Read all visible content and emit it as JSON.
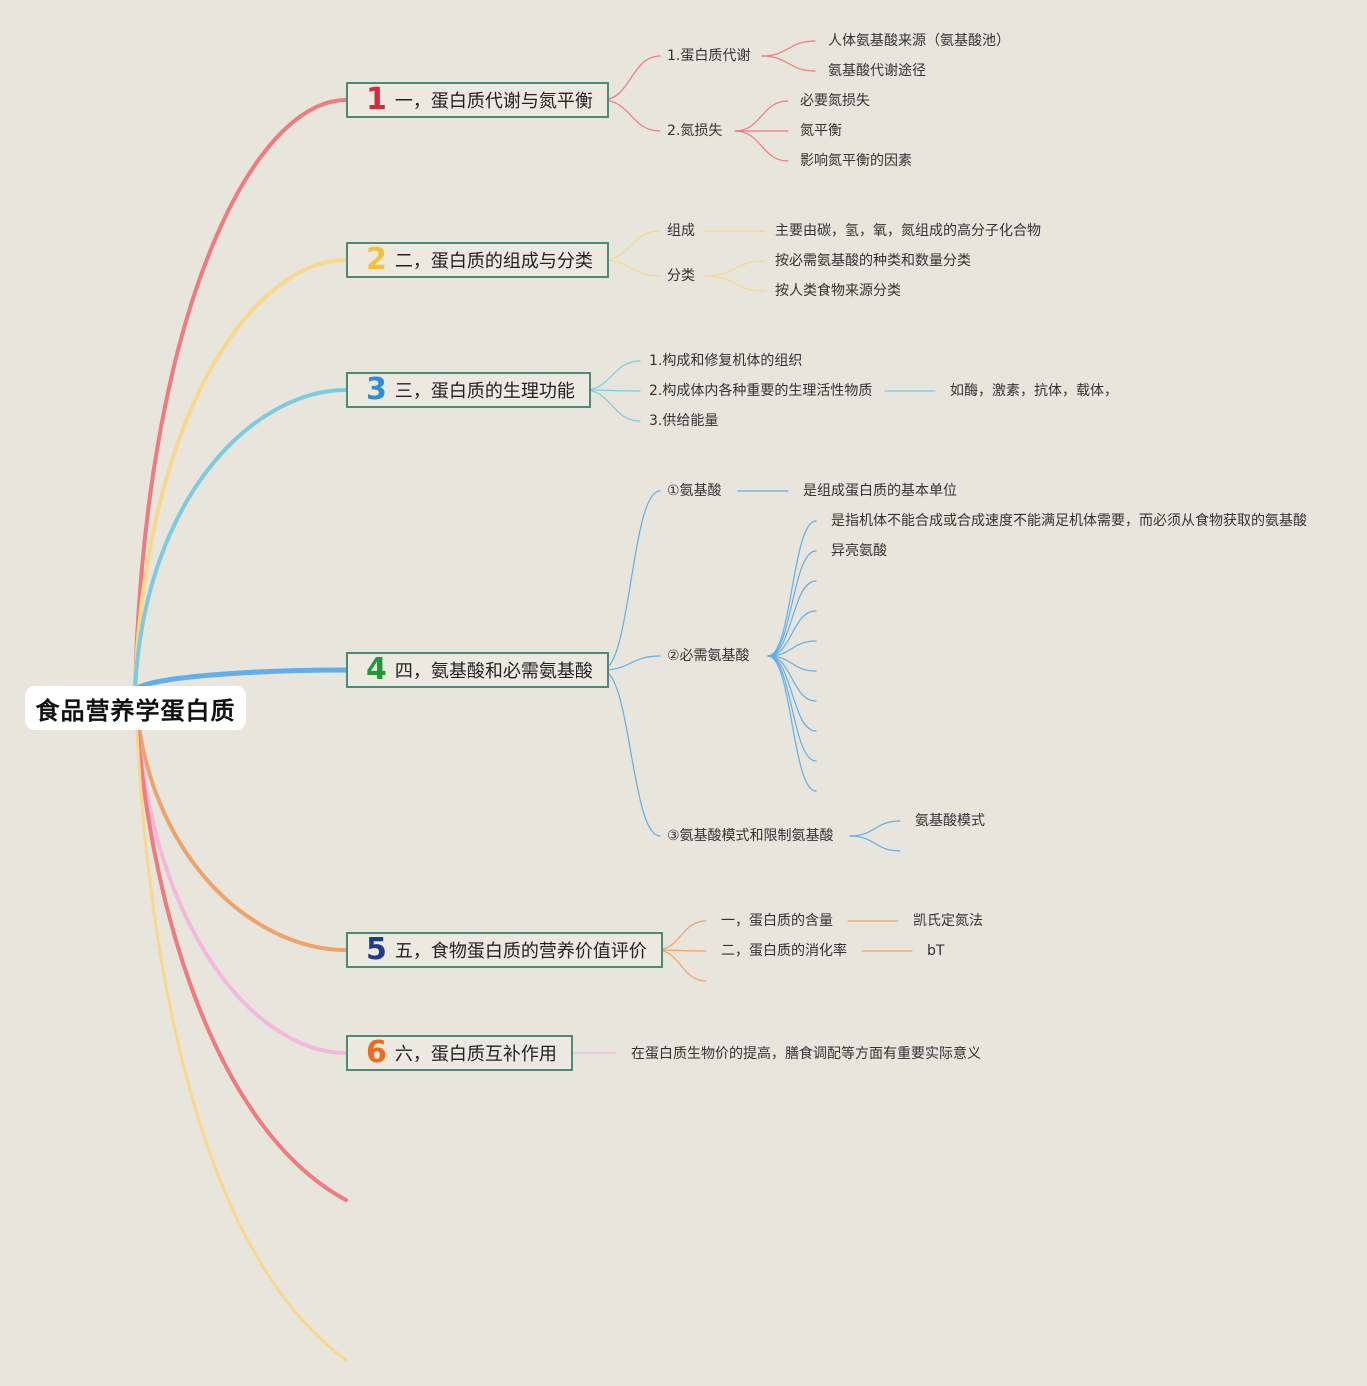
{
  "root": {
    "title": "食品营养学蛋白质"
  },
  "branches": [
    {
      "num": "1",
      "label": "一，蛋白质代谢与氮平衡",
      "color": "#f07a7e",
      "num_color": "#d62a3a",
      "children": [
        {
          "label": "1.蛋白质代谢",
          "children": [
            "人体氨基酸来源（氨基酸池）",
            "氨基酸代谢途径"
          ]
        },
        {
          "label": "2.氮损失",
          "children": [
            "必要氮损失",
            "氮平衡",
            "影响氮平衡的因素"
          ]
        }
      ]
    },
    {
      "num": "2",
      "label": "二，蛋白质的组成与分类",
      "color": "#f8d88a",
      "num_color": "#f4c13a",
      "children": [
        {
          "label": "组成",
          "children": [
            "主要由碳，氢，氧，氮组成的高分子化合物"
          ]
        },
        {
          "label": "分类",
          "children": [
            "按必需氨基酸的种类和数量分类",
            "按人类食物来源分类"
          ]
        }
      ]
    },
    {
      "num": "3",
      "label": "三，蛋白质的生理功能",
      "color": "#7ccbe0",
      "num_color": "#2a8fd6",
      "children": [
        {
          "label": "1.构成和修复机体的组织",
          "children": []
        },
        {
          "label": "2.构成体内各种重要的生理活性物质",
          "children": [
            "如酶，激素，抗体，载体，"
          ]
        },
        {
          "label": "3.供给能量",
          "children": []
        }
      ]
    },
    {
      "num": "4",
      "label": "四，氨基酸和必需氨基酸",
      "color": "#62aee8",
      "num_color": "#1f9a35",
      "children": [
        {
          "label": "①氨基酸",
          "children": [
            "是组成蛋白质的基本单位"
          ]
        },
        {
          "label": "②必需氨基酸",
          "children": [
            "是指机体不能合成或合成速度不能满足机体需要，而必须从食物获取的氨基酸",
            "异亮氨酸"
          ]
        },
        {
          "label": "③氨基酸模式和限制氨基酸",
          "children": [
            "氨基酸模式"
          ]
        }
      ]
    },
    {
      "num": "5",
      "label": "五，食物蛋白质的营养价值评价",
      "color": "#eda46a",
      "num_color": "#1e3a8a",
      "children": [
        {
          "label": "一，蛋白质的含量",
          "children": [
            "凯氏定氮法"
          ]
        },
        {
          "label": "二，蛋白质的消化率",
          "children": [
            "bT"
          ]
        }
      ]
    },
    {
      "num": "6",
      "label": "六，蛋白质互补作用",
      "color": "#f4b8de",
      "num_color": "#f06a1a",
      "children": [
        {
          "label": "在蛋白质生物价的提高，膳食调配等方面有重要实际意义",
          "children": []
        }
      ]
    }
  ]
}
